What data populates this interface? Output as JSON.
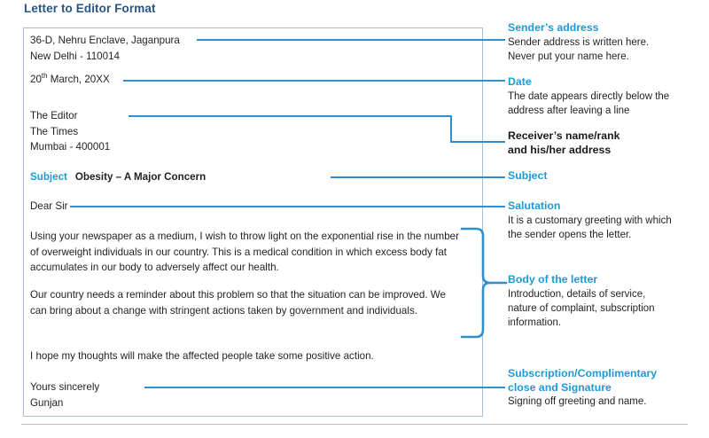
{
  "page": {
    "title": "Letter to Editor Format",
    "title_color": "#27557f",
    "accent_color": "#1c9ad6",
    "line_color": "#2f8ecb",
    "box_border_color": "#a7bfd4"
  },
  "letter": {
    "sender_address": "36-D, Nehru Enclave, Jaganpura\nNew Delhi - 110014",
    "date_day": "20",
    "date_suffix": "th",
    "date_rest": " March, 20XX",
    "receiver_address": "The Editor\nThe Times\nMumbai - 400001",
    "subject_label": "Subject",
    "subject_value": "Obesity – A Major Concern",
    "salutation": "Dear Sir",
    "body_paragraph_1": "Using your newspaper as a medium, I wish to throw light on the exponential rise in the number of overweight individuals in our country. This is a medical condition in which excess body fat accumulates in our body to adversely affect our health.",
    "body_paragraph_2": "Our country needs a reminder about this problem so that the situation can be improved. We can bring about a change with stringent actions taken by government and individuals.",
    "body_paragraph_3": "I hope my thoughts will make the affected people take some positive action.",
    "closing": "Yours sincerely\nGunjan"
  },
  "annotations": [
    {
      "heading": "Sender’s address",
      "body": "Sender address is written here.\nNever put your name here."
    },
    {
      "heading": "Date",
      "body": "The date appears directly below the\naddress after leaving a line"
    },
    {
      "heading": "Receiver’s name/rank\nand his/her address",
      "body": ""
    },
    {
      "heading": "Subject",
      "body": ""
    },
    {
      "heading": "Salutation",
      "body": "It is a customary greeting with which\nthe sender opens the letter."
    },
    {
      "heading": "Body of the letter",
      "body": "Introduction, details of service,\nnature of complaint, subscription\ninformation."
    },
    {
      "heading": "Subscription/Complimentary\nclose and Signature",
      "body": "Signing off greeting and name."
    }
  ]
}
